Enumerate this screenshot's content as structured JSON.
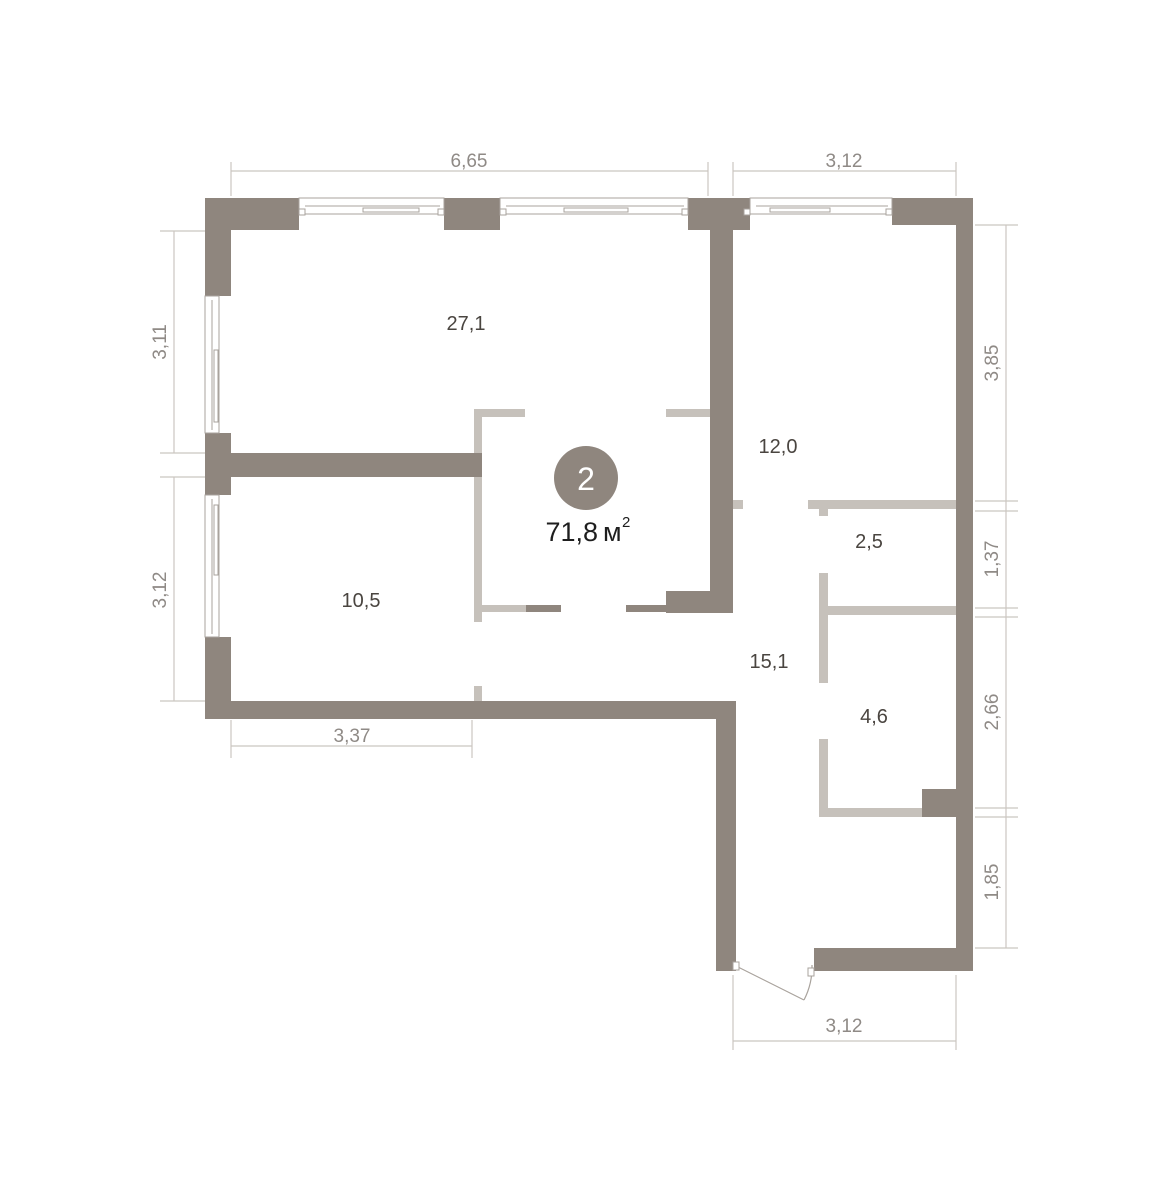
{
  "plan": {
    "rooms_count": "2",
    "total_area_value": "71,8",
    "total_area_unit": "м",
    "total_area_power": "2"
  },
  "rooms": {
    "living": "27,1",
    "bedroom": "10,5",
    "kitchen": "12,0",
    "hall": "15,1",
    "wc": "2,5",
    "bath": "4,6"
  },
  "dimensions": {
    "top_left": "6,65",
    "top_right": "3,12",
    "left_upper": "3,11",
    "left_lower": "3,12",
    "bottom_left": "3,37",
    "bottom_right": "3,12",
    "right_1": "3,85",
    "right_2": "1,37",
    "right_3": "2,66",
    "right_4": "1,85"
  },
  "colors": {
    "wall": "#8f867e",
    "partition": "#c6c1bb",
    "dimension": "#cbc6c1"
  }
}
